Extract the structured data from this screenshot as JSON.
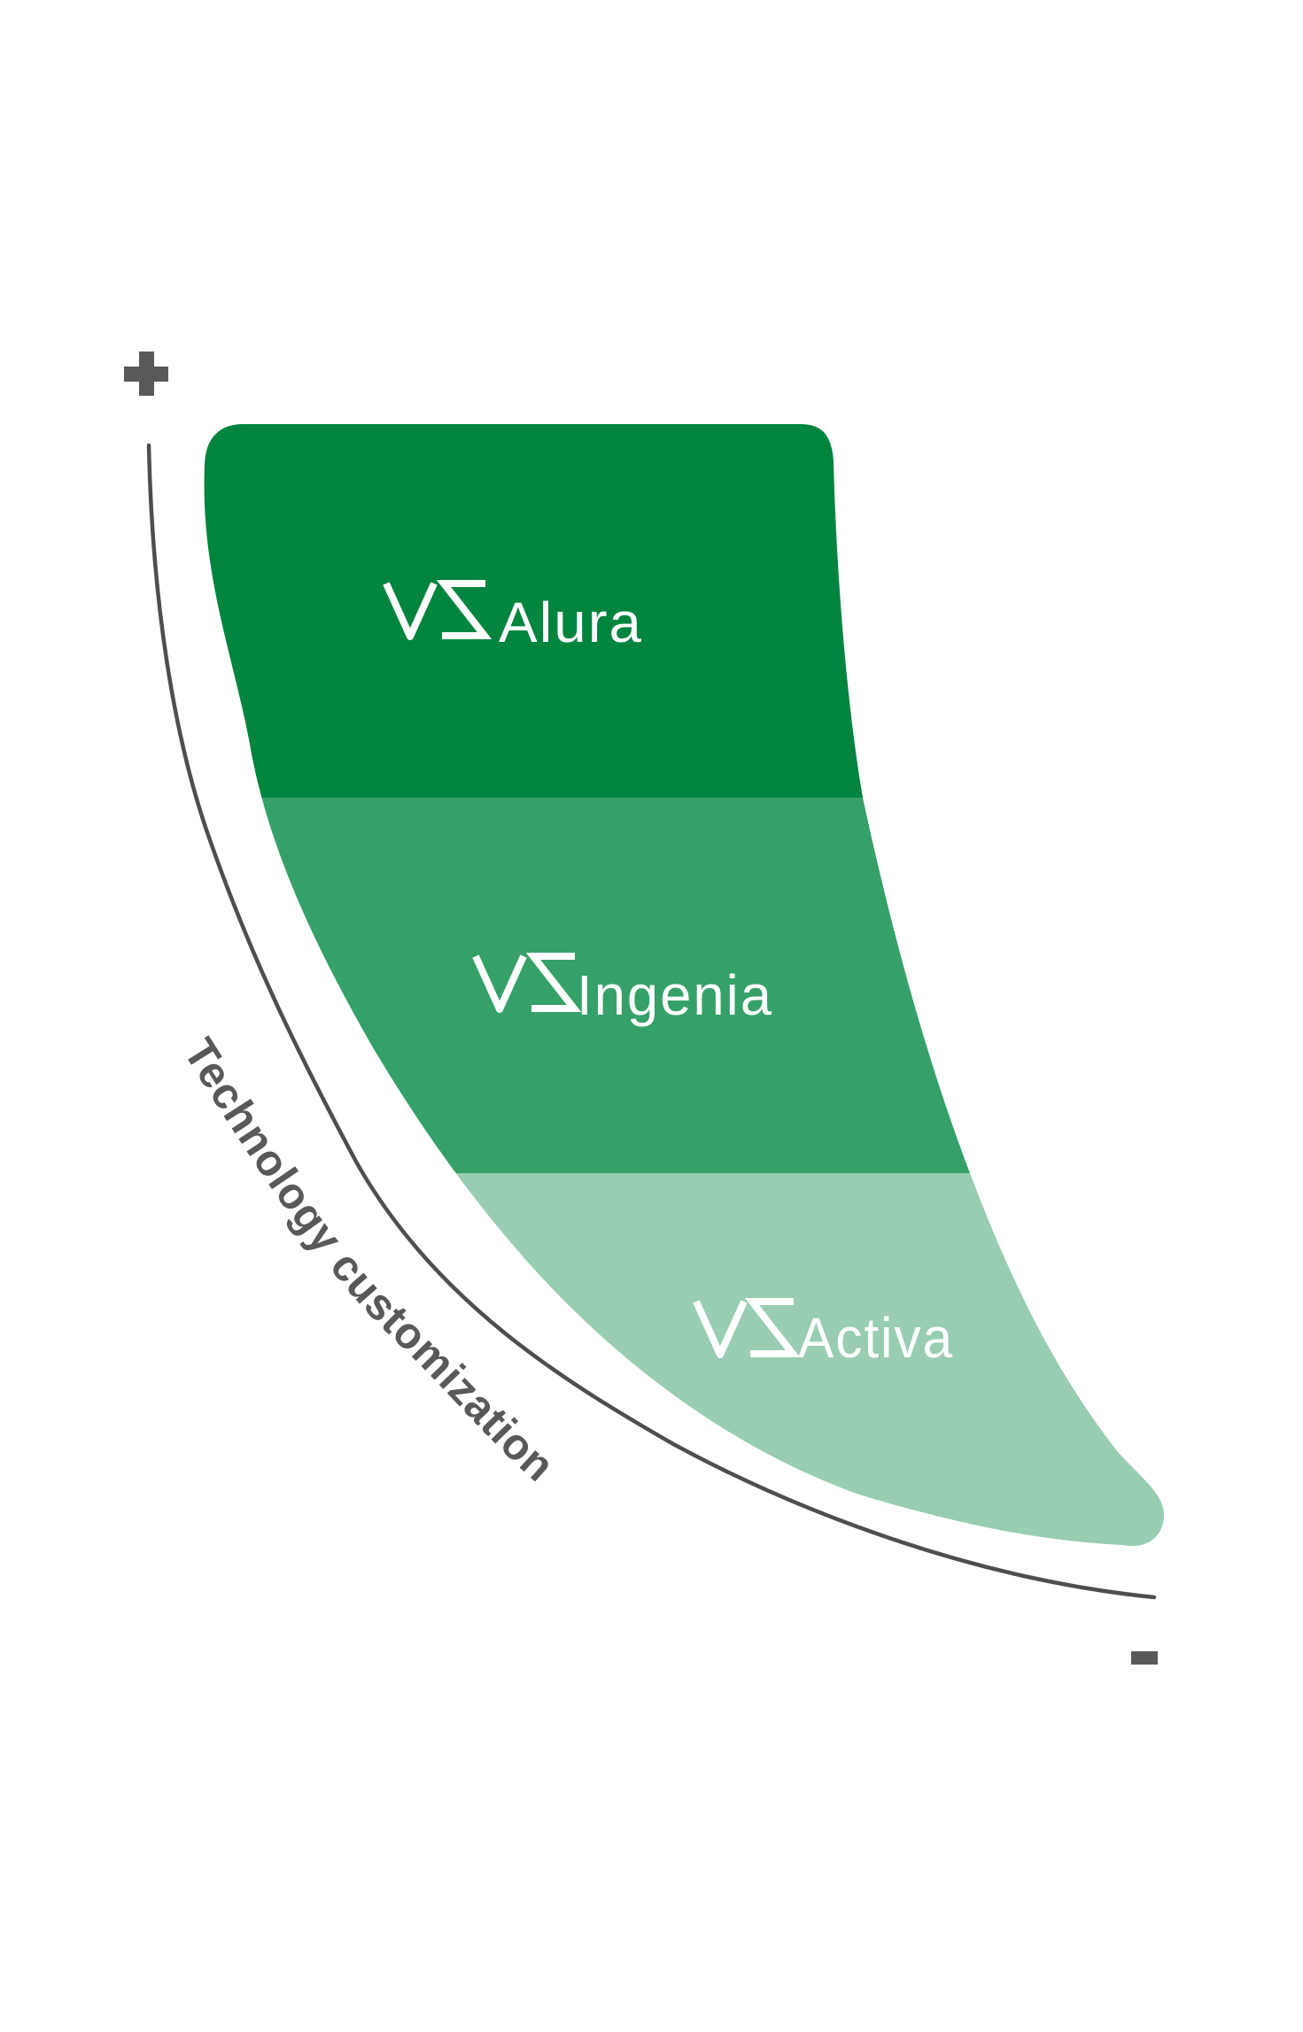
{
  "figure": {
    "type": "curve-infographic",
    "background": "#ffffff",
    "axis": {
      "label": "Technology customization",
      "max_symbol": "+",
      "min_symbol": "-",
      "line_color": "#4d4e50",
      "label_color": "#58595b"
    },
    "brand_mark": "VS",
    "sections": [
      {
        "brand": "VS",
        "product": "Alura",
        "color": "#00843e",
        "text_color": "#ffffff",
        "customization_level": "high"
      },
      {
        "brand": "VS",
        "product": "Ingenia",
        "color": "#35a169",
        "text_color": "#ffffff",
        "customization_level": "medium"
      },
      {
        "brand": "VS",
        "product": "Activa",
        "color": "#98cdb1",
        "text_color": "#ffffff",
        "customization_level": "low"
      }
    ]
  }
}
